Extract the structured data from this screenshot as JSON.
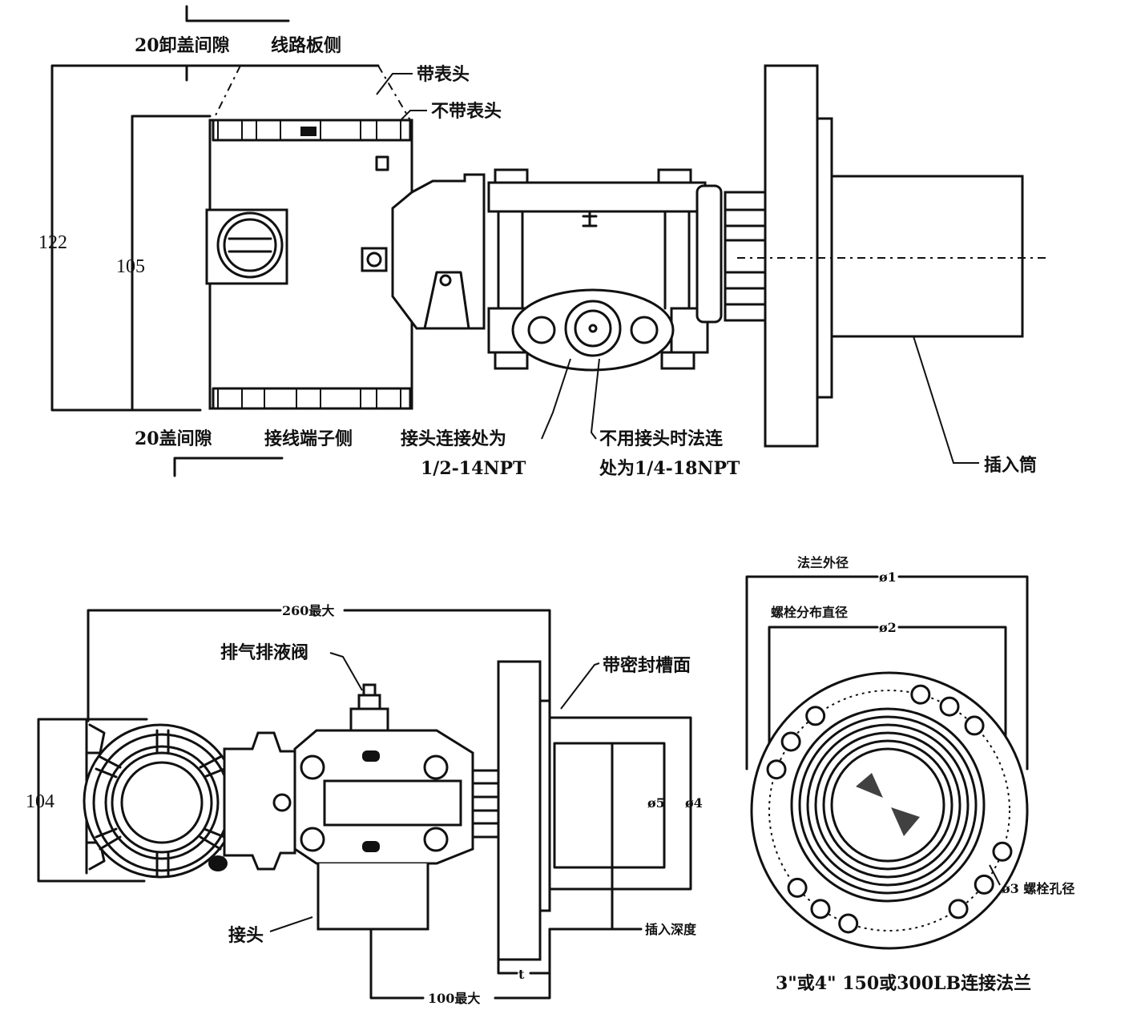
{
  "top_view": {
    "cover_clearance_remove": "20卸盖间隙",
    "circuit_board_side": "线路板侧",
    "with_meter": "带表头",
    "without_meter": "不带表头",
    "dim_122": "122",
    "dim_105": "105",
    "cover_clearance": "20盖间隙",
    "terminal_side": "接线端子侧",
    "connector_thread_line1": "接头连接处为",
    "connector_thread_line2": "1/2-14NPT",
    "flange_thread_line1": "不用接头时法连",
    "flange_thread_line2": "处为1/4-18NPT",
    "insertion_tube": "插入筒"
  },
  "side_view": {
    "max_260": "260最大",
    "vent_drain_valve": "排气排液阀",
    "seal_groove_face": "带密封槽面",
    "dim_104": "104",
    "phi5": "ø5",
    "phi4": "ø4",
    "insertion_depth": "插入深度",
    "connector": "接头",
    "t": "t",
    "max_100": "100最大"
  },
  "flange_view": {
    "flange_od": "法兰外径",
    "phi1": "ø1",
    "bolt_circle": "螺栓分布直径",
    "phi2": "ø2",
    "phi3_bolt_hole": "ø3 螺栓孔径",
    "caption": "3\"或4\" 150或300LB连接法兰"
  }
}
